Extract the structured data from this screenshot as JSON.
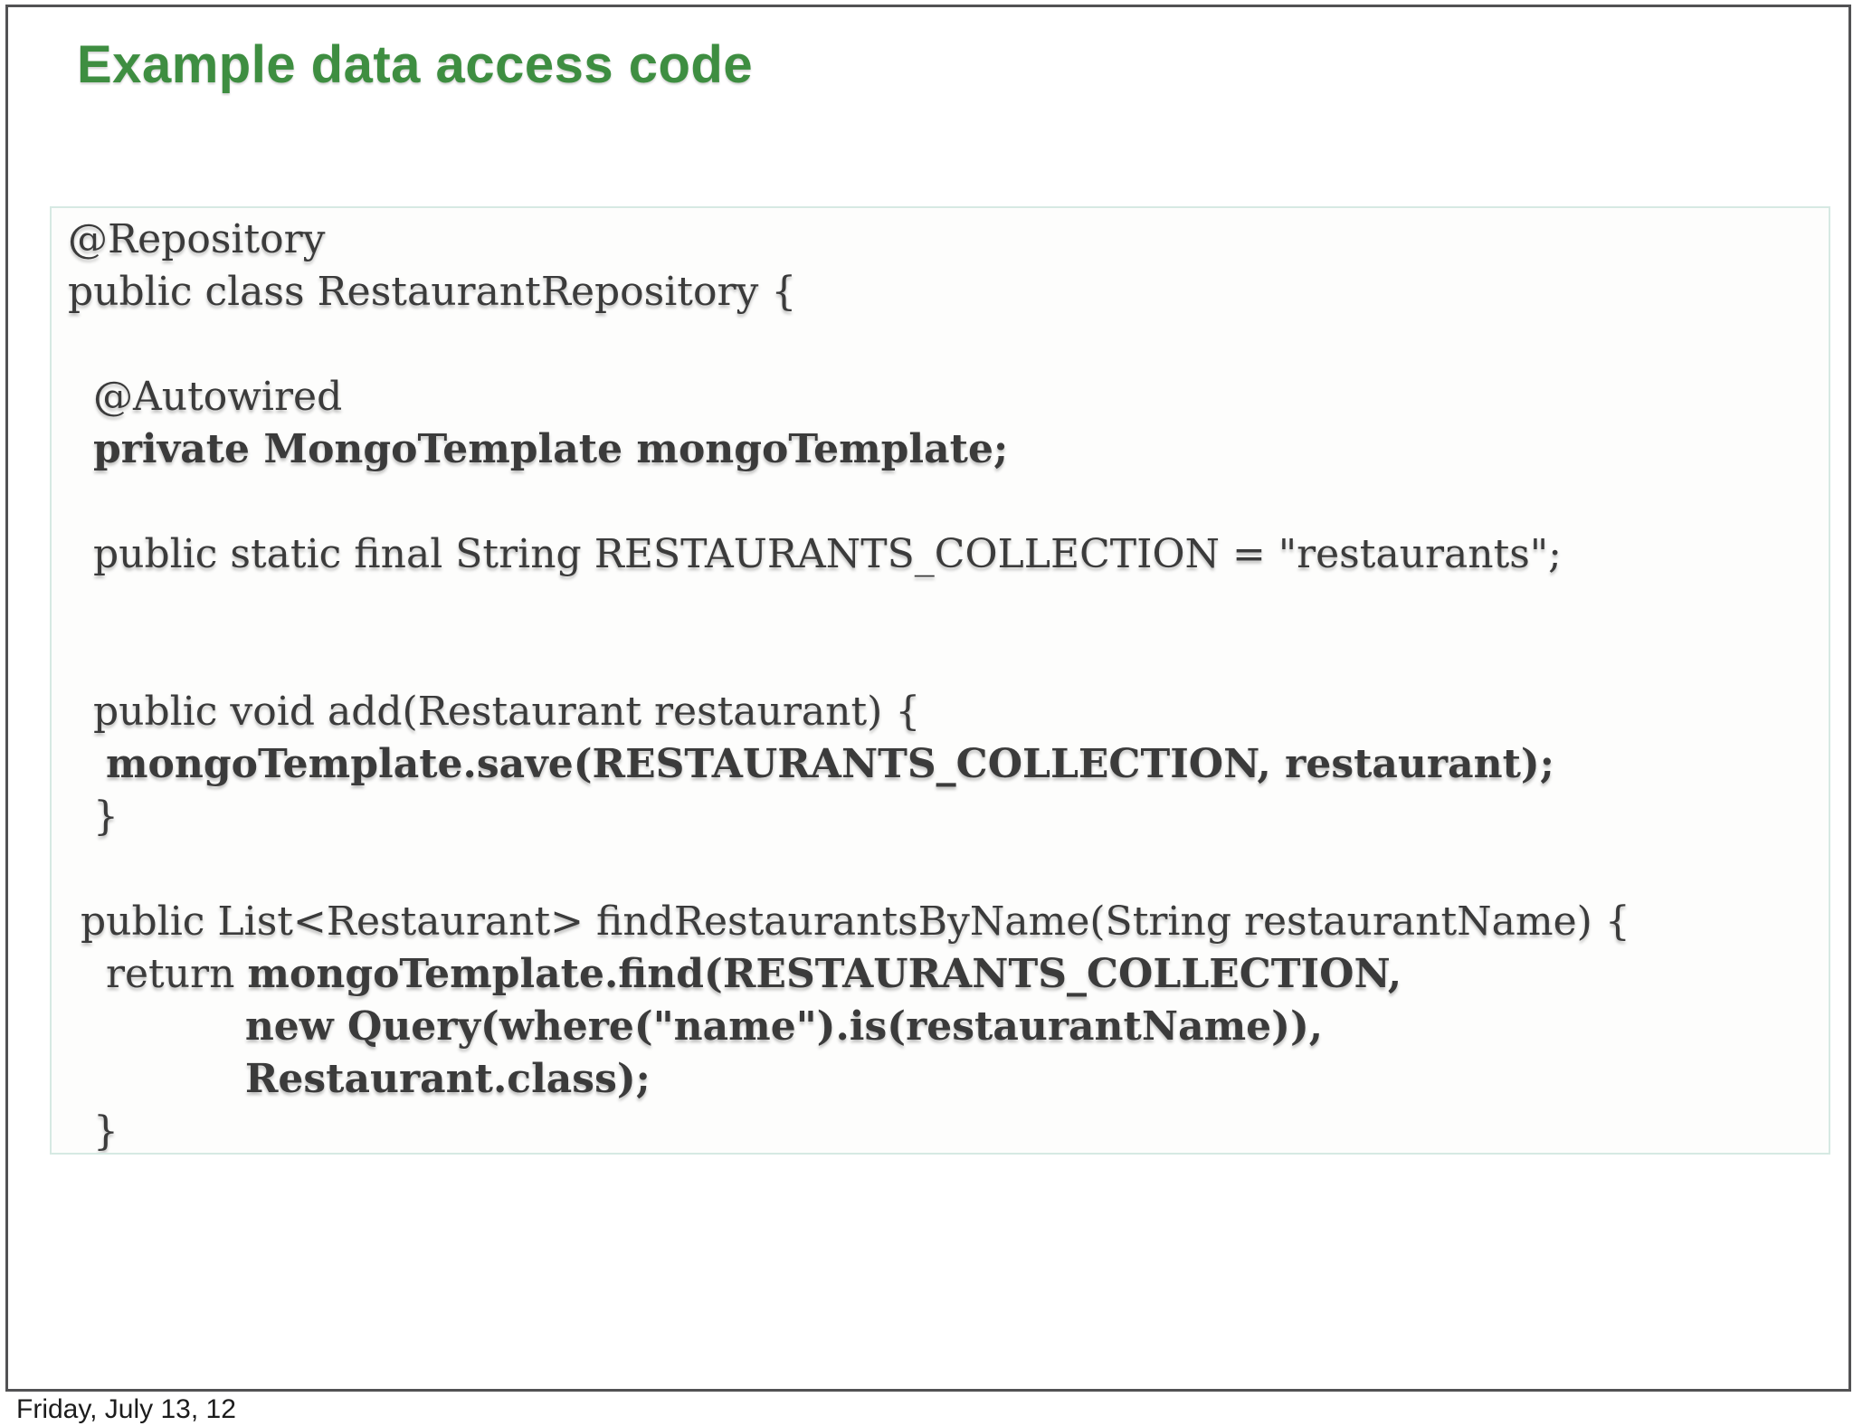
{
  "header": {
    "title": "Example data access code"
  },
  "code_panel": {
    "lines": [
      {
        "segments": [
          {
            "text": "@Repository",
            "bold": false
          }
        ]
      },
      {
        "segments": [
          {
            "text": "public class RestaurantRepository {",
            "bold": false
          }
        ]
      },
      {
        "segments": [
          {
            "text": "",
            "bold": false
          }
        ]
      },
      {
        "segments": [
          {
            "text": "  @Autowired",
            "bold": false
          }
        ]
      },
      {
        "segments": [
          {
            "text": "  ",
            "bold": false
          },
          {
            "text": "private MongoTemplate mongoTemplate;",
            "bold": true
          }
        ]
      },
      {
        "segments": [
          {
            "text": "",
            "bold": false
          }
        ]
      },
      {
        "segments": [
          {
            "text": "  public static final String RESTAURANTS_COLLECTION = \"restaurants\";",
            "bold": false
          }
        ]
      },
      {
        "segments": [
          {
            "text": "",
            "bold": false
          }
        ]
      },
      {
        "segments": [
          {
            "text": "",
            "bold": false
          }
        ]
      },
      {
        "segments": [
          {
            "text": "  public void add(Restaurant restaurant) {",
            "bold": false
          }
        ]
      },
      {
        "segments": [
          {
            "text": "   ",
            "bold": false
          },
          {
            "text": "mongoTemplate.save(RESTAURANTS_COLLECTION, restaurant);",
            "bold": true
          }
        ]
      },
      {
        "segments": [
          {
            "text": "  }",
            "bold": false
          }
        ]
      },
      {
        "segments": [
          {
            "text": "",
            "bold": false
          }
        ]
      },
      {
        "segments": [
          {
            "text": " public List<Restaurant> findRestaurantsByName(String restaurantName) {",
            "bold": false
          }
        ]
      },
      {
        "segments": [
          {
            "text": "   return ",
            "bold": false
          },
          {
            "text": "mongoTemplate.find(RESTAURANTS_COLLECTION,",
            "bold": true
          }
        ]
      },
      {
        "segments": [
          {
            "text": "              ",
            "bold": false
          },
          {
            "text": "new Query(where(\"name\").is(restaurantName)),",
            "bold": true
          }
        ]
      },
      {
        "segments": [
          {
            "text": "              ",
            "bold": false
          },
          {
            "text": "Restaurant.class);",
            "bold": true
          }
        ]
      },
      {
        "segments": [
          {
            "text": "  }",
            "bold": false
          }
        ]
      }
    ]
  },
  "footer": {
    "date": "Friday, July 13, 12"
  },
  "colors": {
    "title_green": "#3e8e41",
    "code_text": "#3b3b3b",
    "panel_border": "#d6e9e3",
    "slide_border": "#525254"
  }
}
